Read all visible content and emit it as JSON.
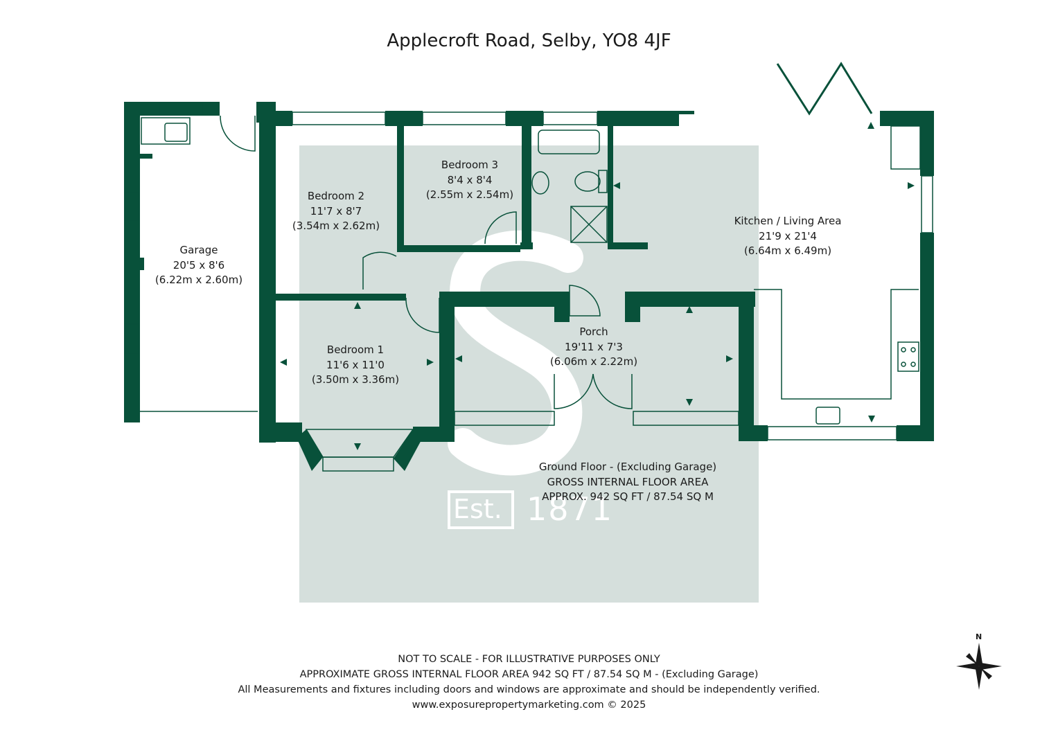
{
  "title": "Applecroft Road, Selby, YO8 4JF",
  "colors": {
    "wall": "#08513a",
    "watermark": "#d5dfdc",
    "window": "#ffffff",
    "text": "#1a1a1a"
  },
  "logo": {
    "badge": "Est.",
    "year": "1871"
  },
  "rooms": [
    {
      "id": "garage",
      "name": "Garage",
      "imperial": "20'5 x 8'6",
      "metric": "(6.22m x 2.60m)"
    },
    {
      "id": "bedroom2",
      "name": "Bedroom 2",
      "imperial": "11'7 x 8'7",
      "metric": "(3.54m x 2.62m)"
    },
    {
      "id": "bedroom3",
      "name": "Bedroom 3",
      "imperial": "8'4 x 8'4",
      "metric": "(2.55m x 2.54m)"
    },
    {
      "id": "kitchen",
      "name": "Kitchen / Living Area",
      "imperial": "21'9 x 21'4",
      "metric": "(6.64m x 6.49m)"
    },
    {
      "id": "bedroom1",
      "name": "Bedroom 1",
      "imperial": "11'6 x 11'0",
      "metric": "(3.50m x 3.36m)"
    },
    {
      "id": "porch",
      "name": "Porch",
      "imperial": "19'11 x 7'3",
      "metric": "(6.06m x 2.22m)"
    }
  ],
  "floor_area": {
    "line1": "Ground Floor - (Excluding Garage)",
    "line2": "GROSS INTERNAL FLOOR AREA",
    "line3": "APPROX. 942 SQ FT / 87.54 SQ M"
  },
  "footer": {
    "line1": "NOT TO SCALE - FOR ILLUSTRATIVE PURPOSES ONLY",
    "line2": "APPROXIMATE GROSS INTERNAL FLOOR AREA 942 SQ FT / 87.54 SQ M - (Excluding Garage)",
    "line3": "All Measurements and fixtures including doors and windows are approximate and should be independently verified.",
    "line4": "www.exposurepropertymarketing.com © 2025"
  },
  "compass": {
    "label": "N"
  }
}
